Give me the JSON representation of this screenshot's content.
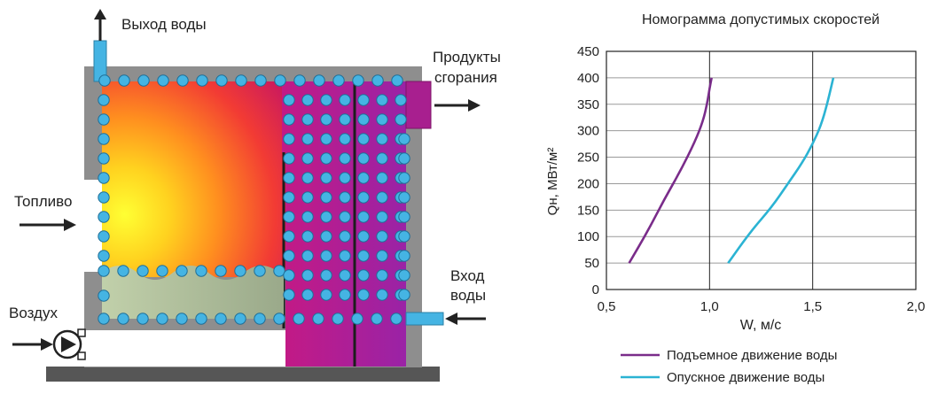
{
  "diagram": {
    "labels": {
      "water_out": "Выход воды",
      "combustion_products_line1": "Продукты",
      "combustion_products_line2": "сгорания",
      "fuel": "Топливо",
      "water_in_line1": "Вход",
      "water_in_line2": "воды",
      "air": "Воздух"
    },
    "colors": {
      "casing": "#8e8e8e",
      "base": "#565656",
      "water_tube": "#45b4e3",
      "flame_core": "#ffff33",
      "flame_outer": "#e8144a",
      "gas_duct": "#b01f9b",
      "ash_zone": "#9fb18f"
    }
  },
  "chart_data": {
    "type": "line",
    "title": "Номограмма допустимых скоростей",
    "xlabel": "W, м/с",
    "ylabel": "Qн, МВт/м²",
    "xlim": [
      0.5,
      2.0
    ],
    "ylim": [
      0,
      450
    ],
    "x_ticks": [
      "0,5",
      "1,0",
      "1,5",
      "2,0"
    ],
    "y_ticks": [
      "0",
      "50",
      "100",
      "150",
      "200",
      "250",
      "300",
      "350",
      "400",
      "450"
    ],
    "grid": true,
    "legend_position": "bottom",
    "series": [
      {
        "name": "Подъемное движение воды",
        "color": "#7a2c8a",
        "points": [
          [
            0.61,
            50
          ],
          [
            0.7,
            110
          ],
          [
            0.78,
            170
          ],
          [
            0.86,
            225
          ],
          [
            0.93,
            280
          ],
          [
            0.97,
            320
          ],
          [
            0.99,
            355
          ],
          [
            1.0,
            380
          ],
          [
            1.01,
            400
          ]
        ]
      },
      {
        "name": "Опускное движение воды",
        "color": "#2bb3d3",
        "points": [
          [
            1.09,
            50
          ],
          [
            1.2,
            110
          ],
          [
            1.3,
            155
          ],
          [
            1.38,
            200
          ],
          [
            1.45,
            240
          ],
          [
            1.5,
            275
          ],
          [
            1.54,
            310
          ],
          [
            1.57,
            350
          ],
          [
            1.6,
            400
          ]
        ]
      }
    ]
  }
}
